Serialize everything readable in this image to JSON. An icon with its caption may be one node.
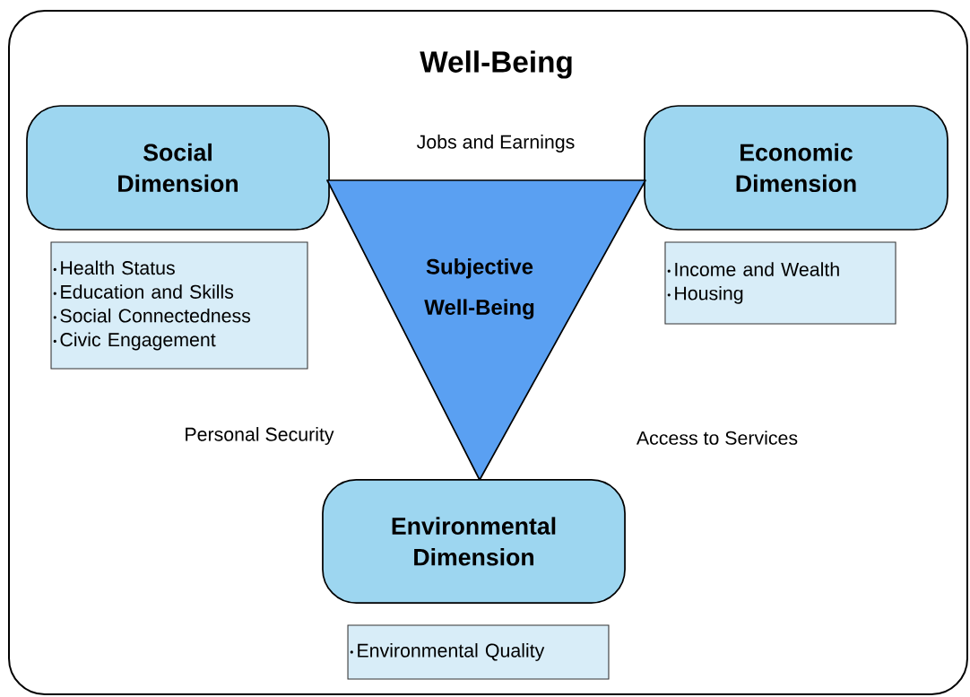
{
  "diagram": {
    "nodes": [
      {
        "text": [
          "Well-Being"
        ]
      },
      {
        "text": [
          "Social Dimension"
        ],
        "in": 0
      },
      {
        "text": [
          "Economic Dimension"
        ],
        "in": 0
      },
      {
        "text": [
          "Subjective Well-Being"
        ],
        "in": 0
      },
      {
        "text": [
          "Health Status",
          "Education and Skills",
          "Social Connectedness",
          "Civic Engagement"
        ],
        "in": 0
      },
      {
        "text": [
          "Income and Wealth",
          "Housing"
        ],
        "in": 0
      },
      {
        "text": [
          "Environmental Dimension"
        ],
        "in": 0
      },
      {
        "text": [
          "Environmental Quality"
        ],
        "in": 0
      }
    ],
    "labels": [
      "Jobs and Earnings",
      "Personal Security",
      "Access to Services"
    ]
  }
}
